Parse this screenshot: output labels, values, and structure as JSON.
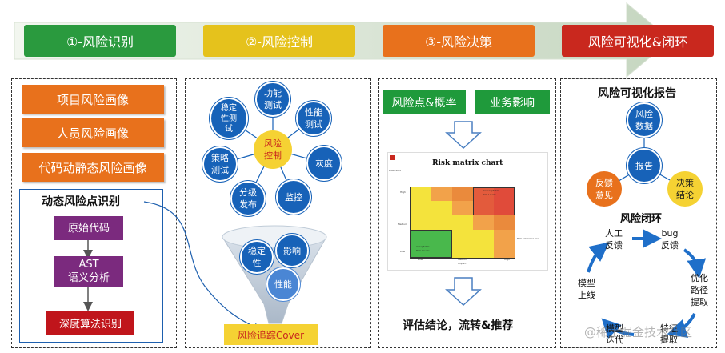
{
  "stages": [
    {
      "label": "①-风险识别",
      "color": "#2a9a3e"
    },
    {
      "label": "②-风险控制",
      "color": "#e5c21c"
    },
    {
      "label": "③-风险决策",
      "color": "#e8711c"
    },
    {
      "label": "风险可视化&闭环",
      "color": "#c9281e"
    }
  ],
  "identify": {
    "portraits": [
      "项目风险画像",
      "人员风险画像",
      "代码动静态风险画像"
    ],
    "dynamic_title": "动态风险点识别",
    "flow": [
      "原始代码",
      "AST\n语义分析",
      "深度算法识别"
    ]
  },
  "control": {
    "center": "风险\n控制",
    "nodes": [
      "功能\n测试",
      "性能\n测试",
      "灰度",
      "监控",
      "分级\n发布",
      "策略\n测试",
      "稳定\n性测\n试"
    ],
    "funnel": [
      "稳定\n性",
      "影响",
      "性能"
    ],
    "cover_label": "风险追踪Cover"
  },
  "decision": {
    "tags": [
      "风险点&概率",
      "业务影响"
    ],
    "chart_title": "Risk matrix chart",
    "chart_labels": {
      "y_high": "High",
      "y_medium": "Medium",
      "y_low": "Low",
      "x_low": "Low",
      "x_medium": "Medium",
      "x_high": "High",
      "x_axis": "Impact",
      "y_axis": "Likelihood",
      "unacceptable": "Unacceptable\nRisk Levels",
      "acceptable": "Acceptable\nRisk Levels",
      "boundary": "Risk tolerance line"
    },
    "result": "评估结论，流转&推荐"
  },
  "visual": {
    "report_title": "风险可视化报告",
    "report_nodes": [
      "风险\n数据",
      "报告",
      "反馈\n意见",
      "决策\n结论"
    ],
    "loop_title": "风险闭环",
    "loop_steps": [
      "人工\n反馈",
      "bug\n反馈",
      "优化\n路径\n提取",
      "特征\n提取",
      "模型\n迭代",
      "模型\n上线"
    ]
  },
  "watermark": "@稀土掘金技术社区",
  "colors": {
    "blue": "#1762b8",
    "orange": "#e8711c",
    "green": "#1f9a3b",
    "purple": "#7b2a7e",
    "red": "#c9281e",
    "yellow": "#f5d233"
  }
}
